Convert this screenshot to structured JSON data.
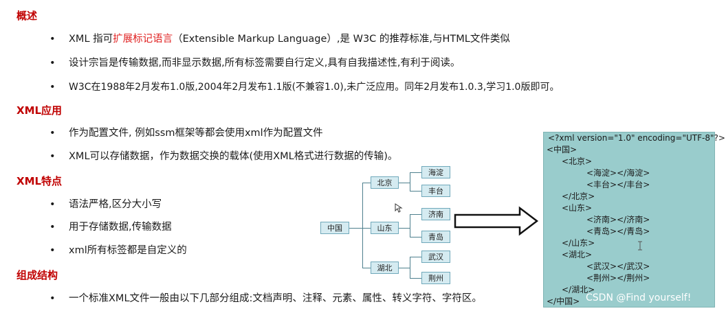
{
  "sections": {
    "overview": {
      "title": "概述",
      "b1_pre": "XML 指可",
      "b1_hl": "扩展标记语言",
      "b1_post": "（Extensible Markup Language）,是 W3C 的推荐标准,与HTML文件类似",
      "b2": "设计宗旨是传输数据,而非显示数据,所有标签需要自行定义,具有自我描述性,有利于阅读。",
      "b3": "W3C在1988年2月发布1.0版,2004年2月发布1.1版(不兼容1.0),未广泛应用。同年2月发布1.0.3,学习1.0版即可。"
    },
    "usage": {
      "title": "XML应用",
      "b1": "作为配置文件, 例如ssm框架等都会使用xml作为配置文件",
      "b2": "XML可以存储数据，作为数据交换的载体(使用XML格式进行数据的传输)。"
    },
    "features": {
      "title": "XML特点",
      "b1": "语法严格,区分大小写",
      "b2": "用于存储数据,传输数据",
      "b3": "xml所有标签都是自定义的"
    },
    "structure": {
      "title": "组成结构",
      "b1": "一个标准XML文件一般由以下几部分组成:文档声明、注释、元素、属性、转义字符、字符区。"
    }
  },
  "bullet_char": "•",
  "tree": {
    "root": "中国",
    "beijing": "北京",
    "shandong": "山东",
    "hubei": "湖北",
    "haidian": "海淀",
    "fengtai": "丰台",
    "jinan": "济南",
    "qingdao": "青岛",
    "wuhan": "武汉",
    "jingzhou": "荆州"
  },
  "xml_lines": [
    "<?xml version=\"1.0\" encoding=\"UTF-8\"?>",
    "<中国>",
    "<北京>",
    "<海淀></海淀>",
    "<丰台></丰台>",
    "</北京>",
    "<山东>",
    "<济南></济南>",
    "<青岛></青岛>",
    "</山东>",
    "<湖北>",
    "<武汉></武汉>",
    "<荆州></荆州>",
    "</湖北>",
    "</中国>"
  ],
  "watermark": "CSDN @Find yourself!",
  "colors": {
    "heading": "#c00000",
    "highlight": "#e02020",
    "xml_bg": "#99cccc",
    "node_bg": "#d5ebf1"
  }
}
